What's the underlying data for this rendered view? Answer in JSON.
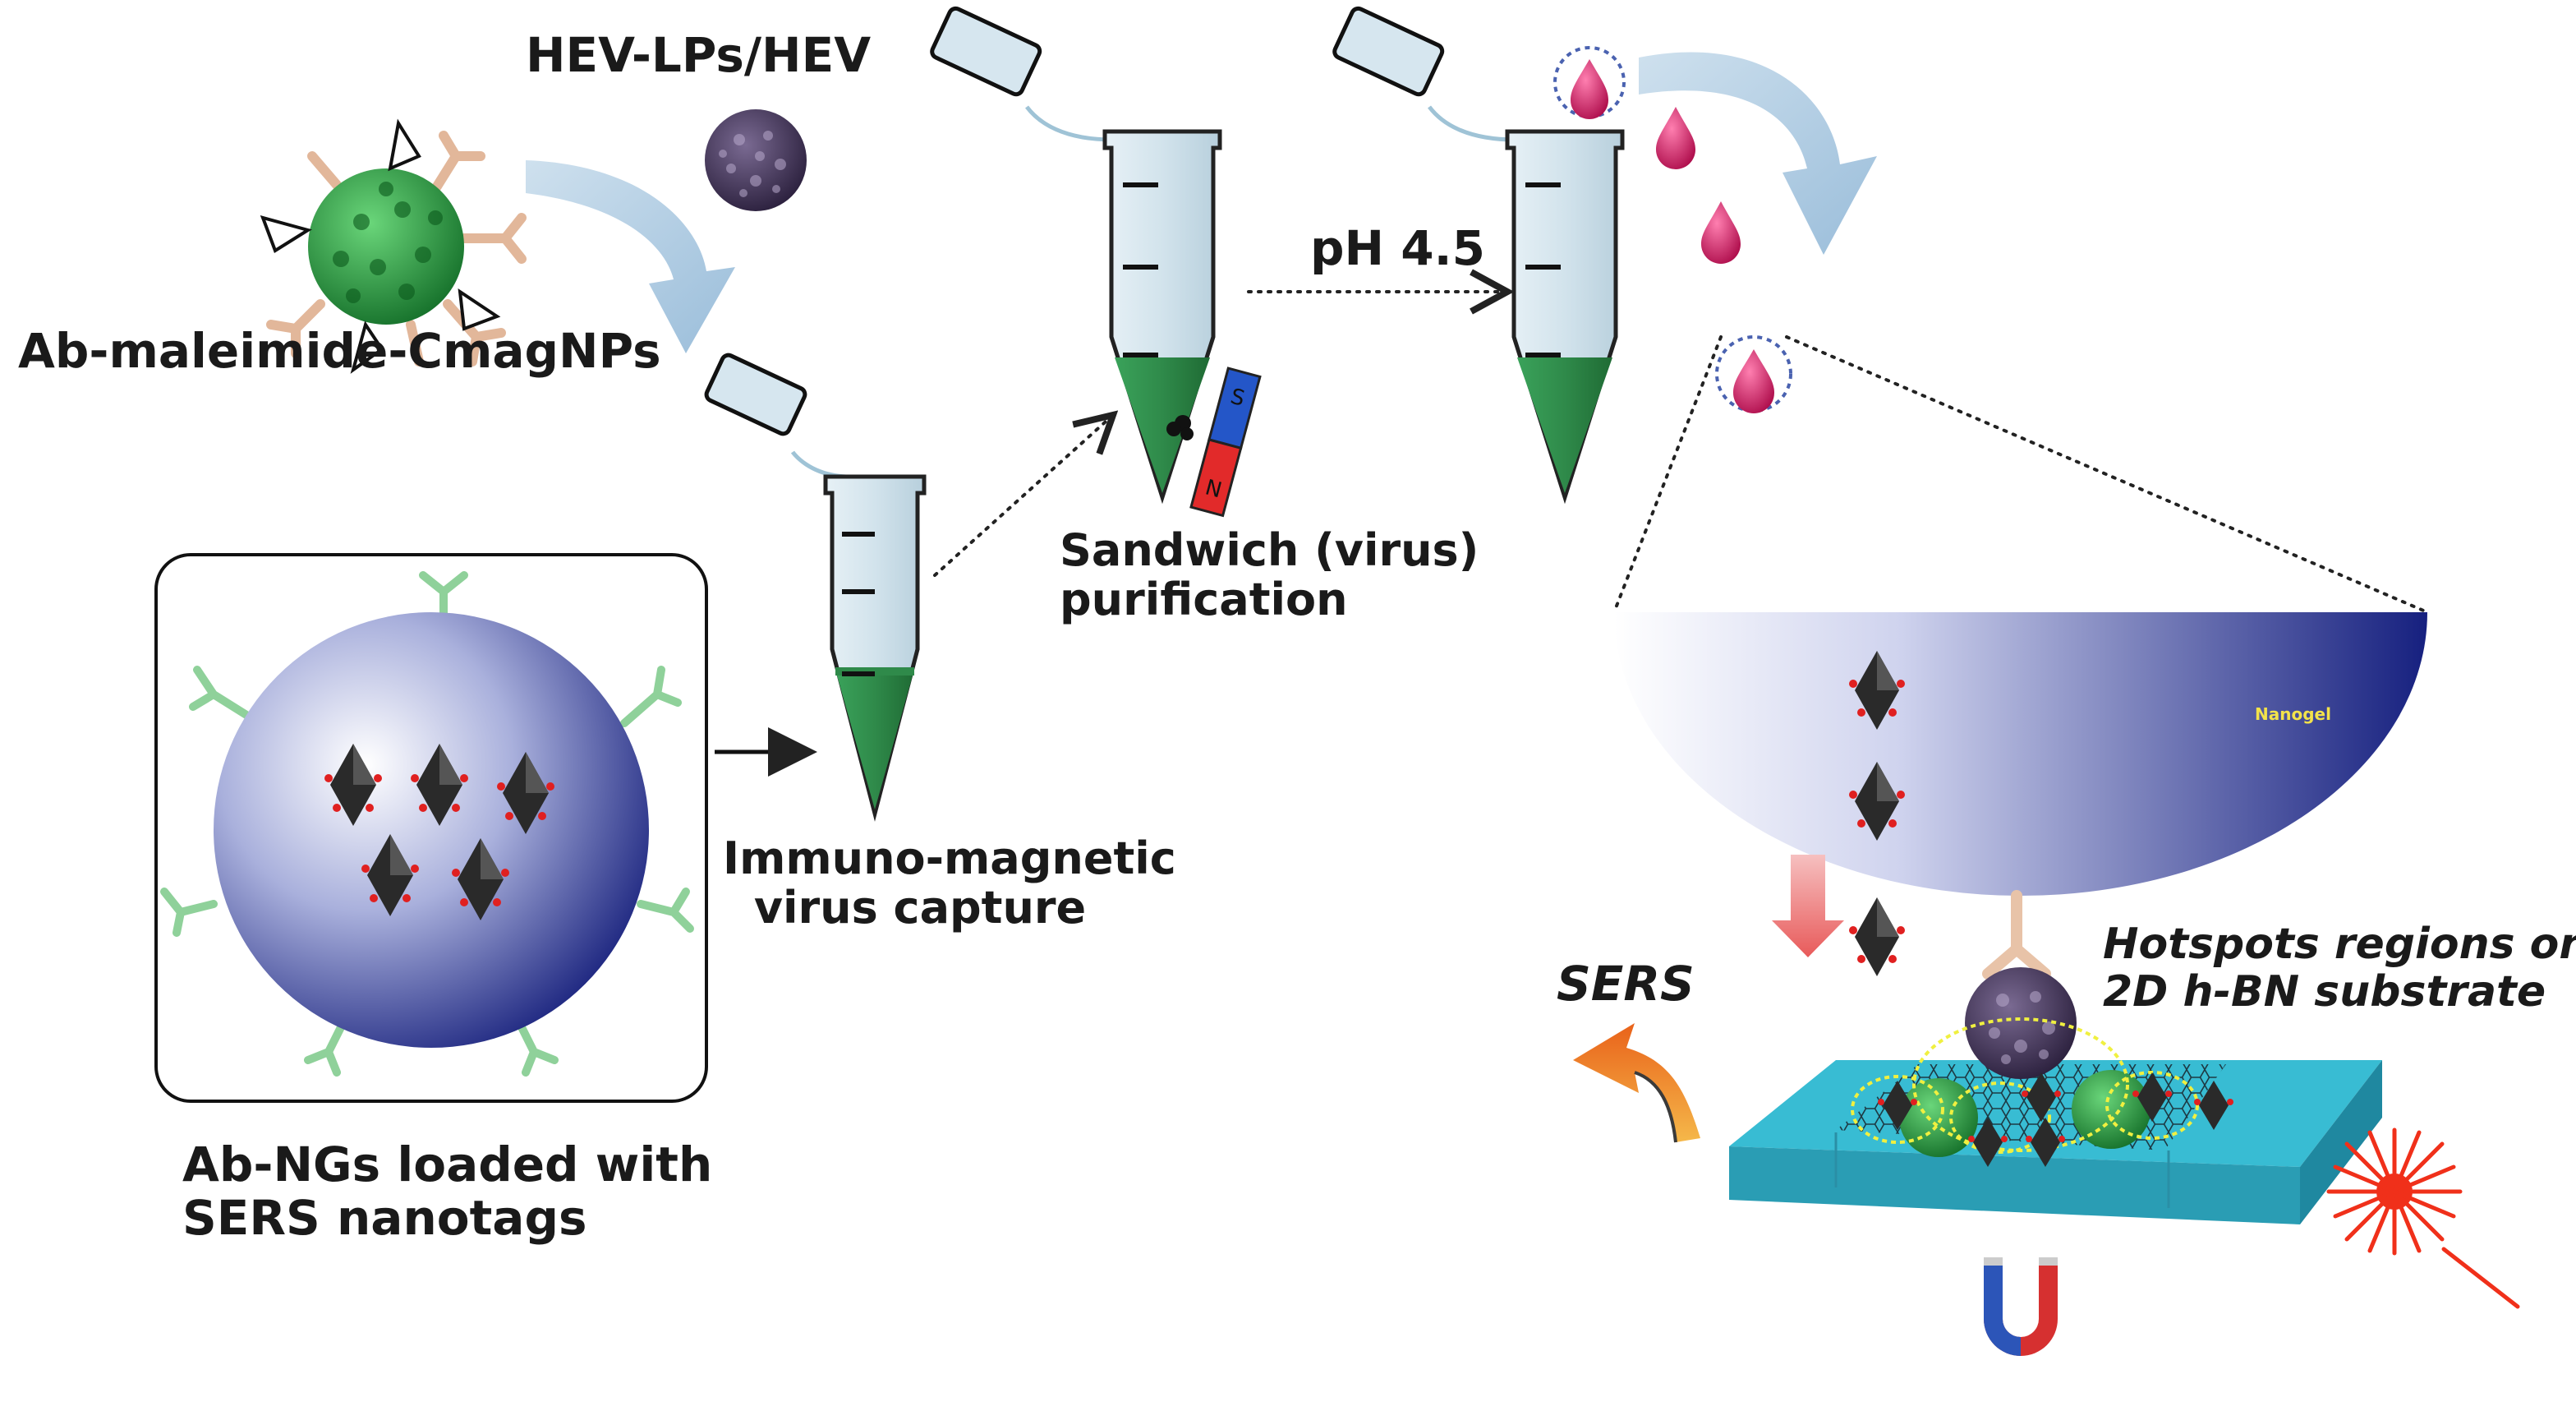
{
  "labels": {
    "hev": "HEV-LPs/HEV",
    "ab_cmag": "Ab-maleimide-CmagNPs",
    "immuno_line1": "Immuno-magnetic",
    "immuno_line2": "virus capture",
    "sandwich_line1": "Sandwich (virus)",
    "sandwich_line2": "purification",
    "ph": "pH 4.5",
    "ab_ngs_line1": "Ab-NGs loaded with",
    "ab_ngs_line2": "SERS nanotags",
    "nanogel": "Nanogel",
    "sers": "SERS",
    "hotspots_line1": "Hotspots regions on",
    "hotspots_line2": "2D h-BN substrate",
    "magnet_s": "S",
    "magnet_n": "N"
  },
  "colors": {
    "tube_liquid": "#2f8a4a",
    "nanogel_blue": "#1f2a8c",
    "droplet": "#c01a5a",
    "substrate": "#35b8cf",
    "laser": "#f0301a",
    "sers_arrow": "#f07a1a",
    "guide_arrow": "#a9cbe3",
    "down_arrow": "#f08a8a",
    "hotspot_ring": "#f0f040"
  },
  "icons": [
    "eppendorf-tube-icon",
    "magnet-icon",
    "droplet-icon",
    "virus-particle-icon",
    "magnetic-nanoparticle-icon",
    "antibody-icon",
    "sers-nanotag-icon",
    "laser-burst-icon"
  ]
}
